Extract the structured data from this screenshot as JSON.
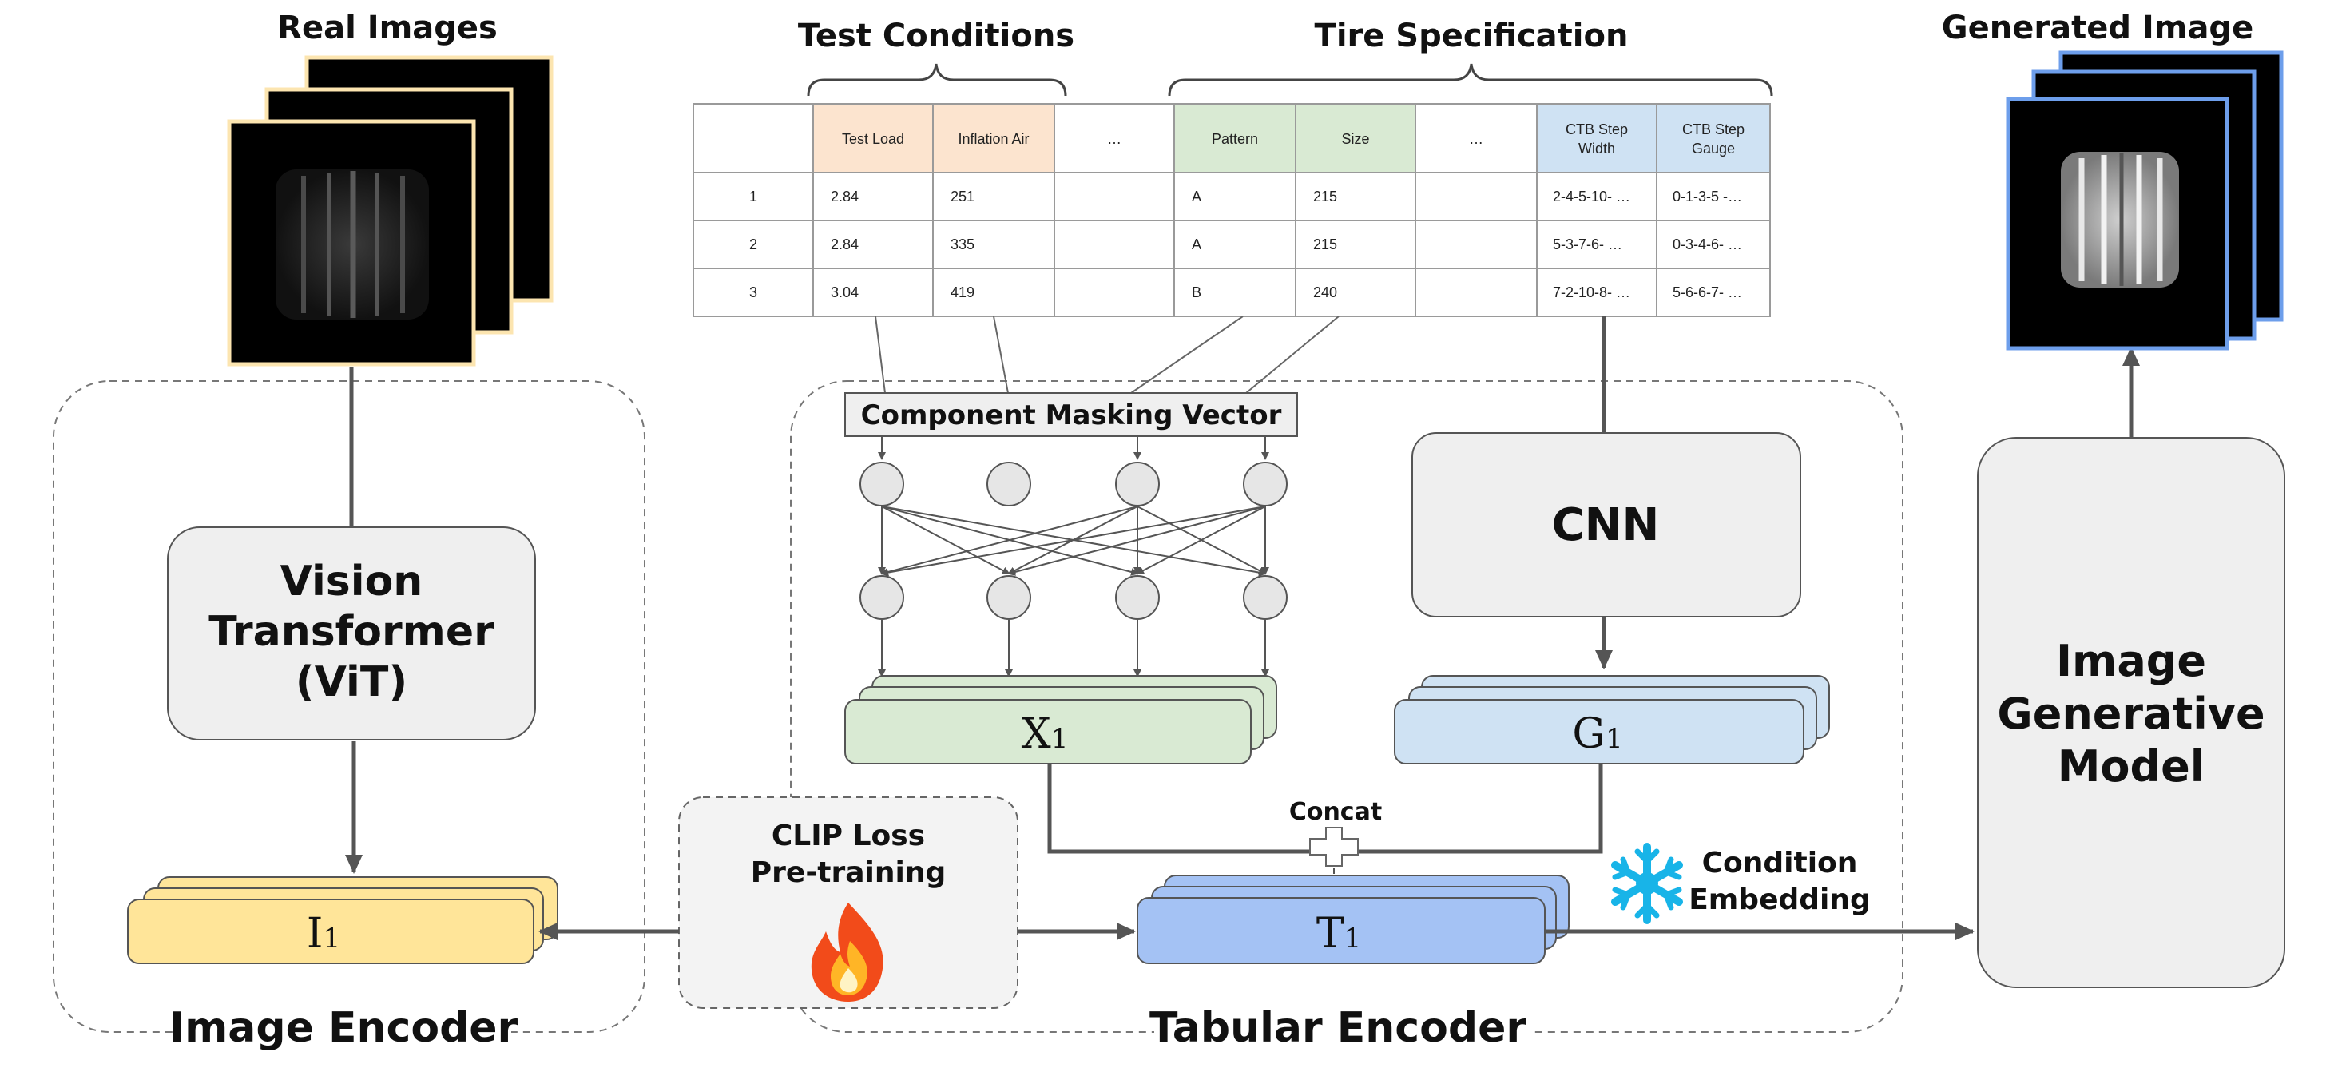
{
  "titles": {
    "real_images": "Real Images",
    "test_conditions": "Test Conditions",
    "tire_specification": "Tire Specification",
    "generated_image": "Generated Image",
    "image_encoder": "Image Encoder",
    "tabular_encoder": "Tabular Encoder"
  },
  "table": {
    "headers": [
      "",
      "Test Load",
      "Inflation Air",
      "…",
      "Pattern",
      "Size",
      "…",
      "CTB Step Width",
      "CTB Step Gauge"
    ],
    "header_lines": {
      "h7a": "CTB Step",
      "h7b": "Width",
      "h8a": "CTB Step",
      "h8b": "Gauge"
    },
    "rows": [
      [
        "1",
        "2.84",
        "251",
        "",
        "A",
        "215",
        "",
        "2-4-5-10- …",
        "0-1-3-5 -…"
      ],
      [
        "2",
        "2.84",
        "335",
        "",
        "A",
        "215",
        "",
        "5-3-7-6- …",
        "0-3-4-6- …"
      ],
      [
        "3",
        "3.04",
        "419",
        "",
        "B",
        "240",
        "",
        "7-2-10-8- …",
        "5-6-6-7- …"
      ]
    ],
    "colors": {
      "test_conditions": "#fce4cf",
      "tire_spec": "#d9ead3",
      "ctb": "#cfe2f3"
    }
  },
  "blocks": {
    "vit": [
      "Vision",
      "Transformer",
      "(ViT)"
    ],
    "cnn": "CNN",
    "masking": "Component Masking Vector",
    "x1": "X",
    "g1": "G",
    "t1": "T",
    "i1": "I",
    "subscript": "1",
    "clip": [
      "CLIP Loss",
      "Pre-training"
    ],
    "concat": "Concat",
    "condition": [
      "Condition",
      "Embedding"
    ],
    "generative": [
      "Image",
      "Generative",
      "Model"
    ]
  },
  "icons": [
    "fire-icon",
    "snowflake-icon",
    "plus-icon",
    "tire-image-icon"
  ],
  "colors": {
    "i1": "#ffe599",
    "x1": "#d9ead3",
    "g1": "#cfe2f3",
    "t1": "#a4c2f4",
    "gray_box": "#efefef",
    "generated_border": "#6d9eeb",
    "real_border": "#fce5b0"
  }
}
